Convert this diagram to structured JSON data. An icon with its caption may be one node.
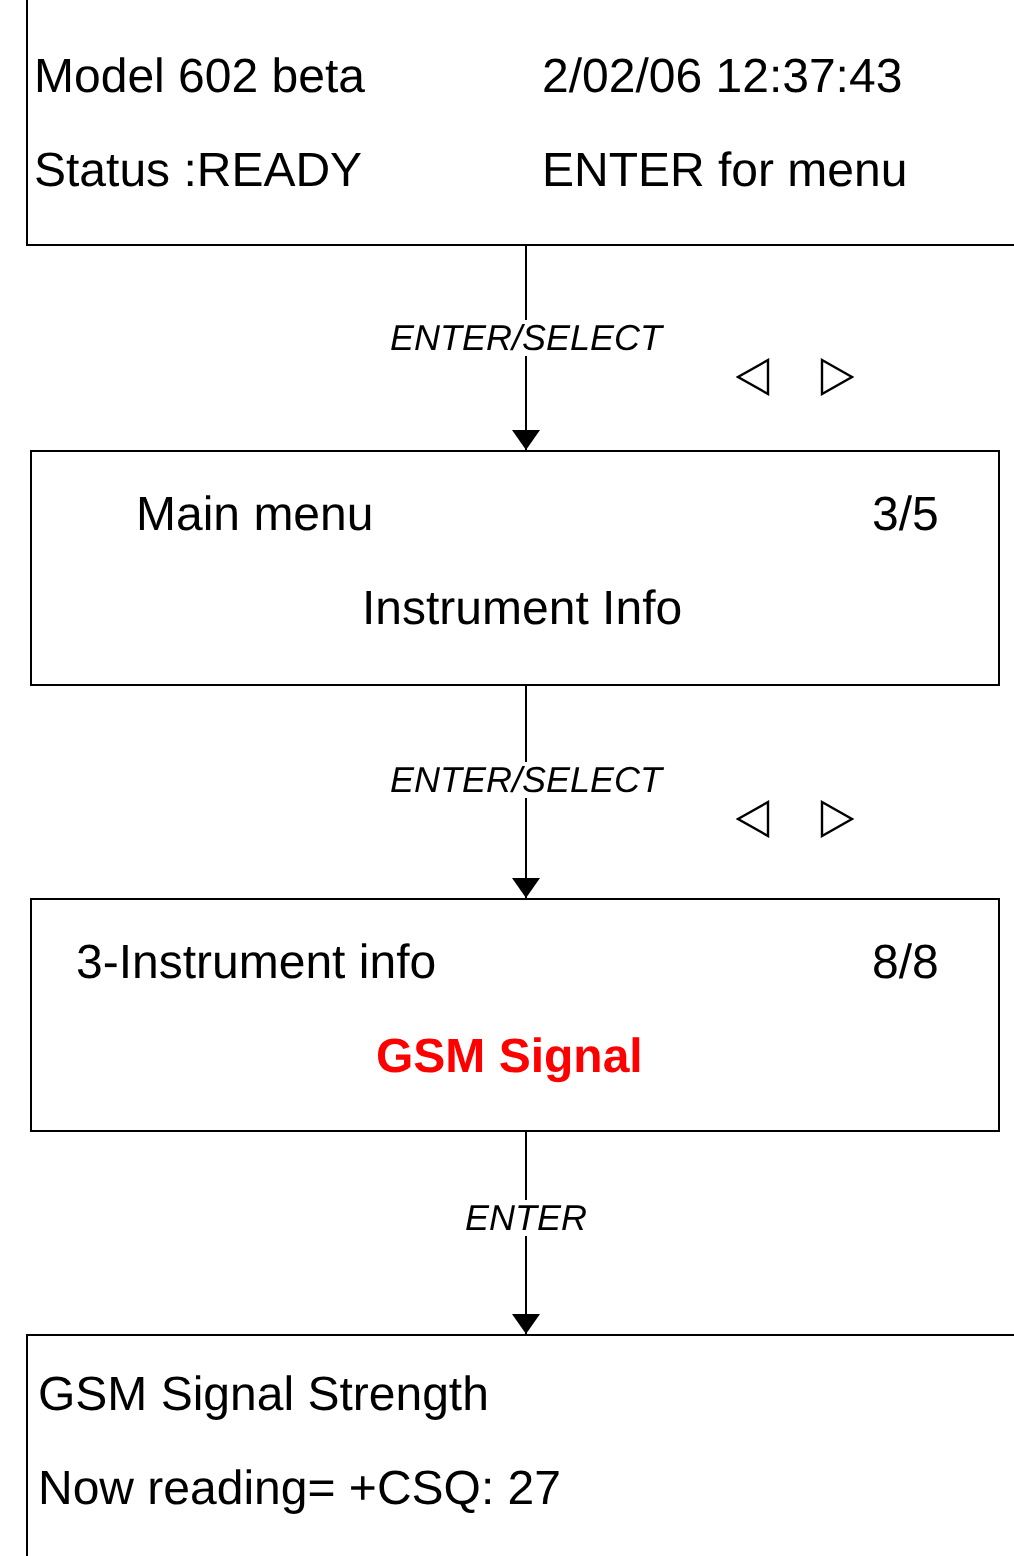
{
  "diagram": {
    "nodes": [
      {
        "text": [
          "Model 602 beta",
          "2/02/06 12:37:43",
          "Status :READY",
          "ENTER for menu"
        ]
      },
      {
        "text": [
          "Main menu",
          "3/5",
          "Instrument Info"
        ]
      },
      {
        "text": [
          "3-Instrument info",
          "8/8",
          "GSM Signal"
        ]
      },
      {
        "text": [
          "GSM Signal Strength",
          "Now reading= +CSQ: 27"
        ]
      }
    ],
    "edges": [
      {
        "from": 0,
        "to": 1,
        "arrow": "to",
        "label": "ENTER/SELECT"
      },
      {
        "from": 1,
        "to": 2,
        "arrow": "to",
        "label": "ENTER/SELECT"
      },
      {
        "from": 2,
        "to": 3,
        "arrow": "to",
        "label": "ENTER"
      }
    ]
  }
}
